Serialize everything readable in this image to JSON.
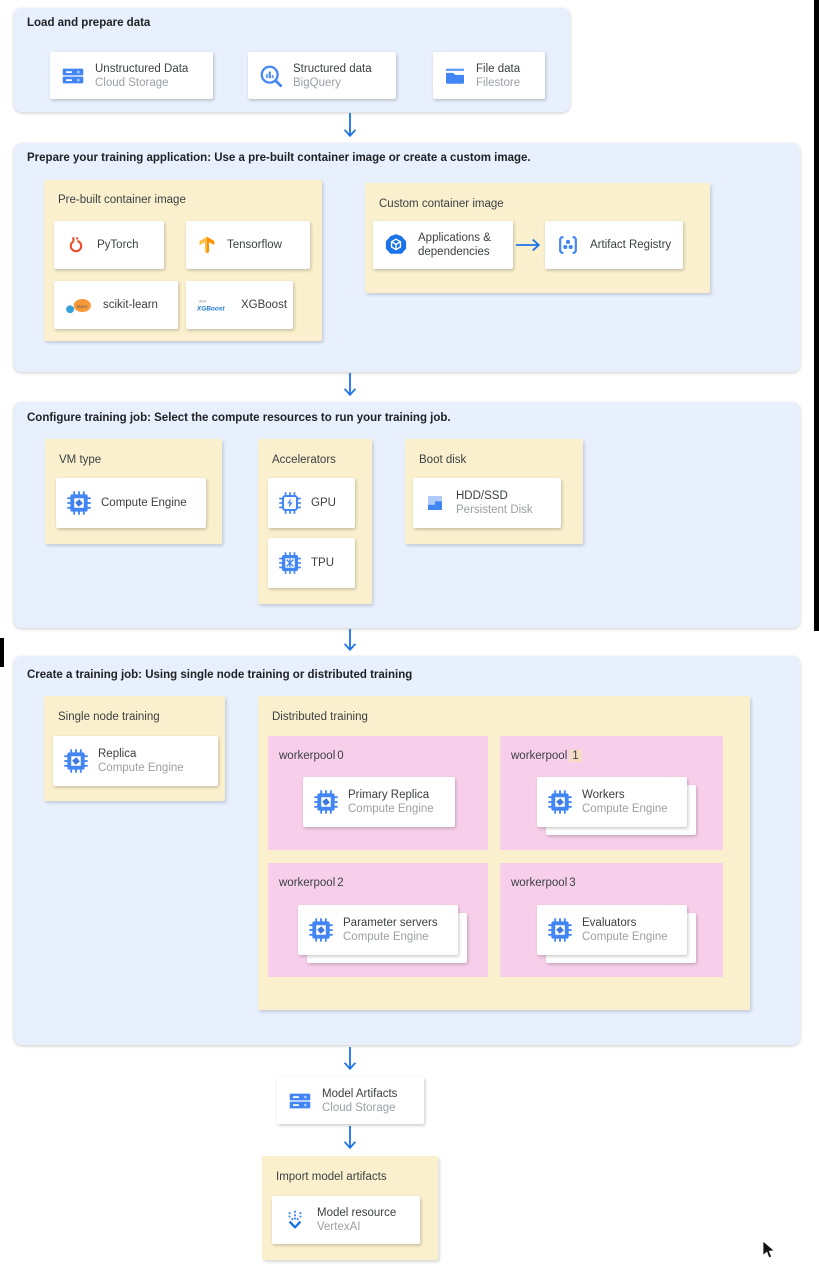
{
  "colors": {
    "section_bg": "#e8f0fe",
    "panel_bg": "#faf0cd",
    "pool_bg": "#f8cfeb",
    "digit_highlight": "#f6dcc3",
    "arrow_blue": "#1a73e8",
    "icon_blue": "#4285f4",
    "title_text": "#202124",
    "body_text": "#3c4043",
    "muted_text": "#9aa0a6"
  },
  "load": {
    "title": "Load and prepare data",
    "cards": [
      {
        "icon": "cloud-storage-icon",
        "title": "Unstructured Data",
        "subtitle": "Cloud Storage"
      },
      {
        "icon": "bigquery-icon",
        "title": "Structured data",
        "subtitle": "BigQuery"
      },
      {
        "icon": "filestore-icon",
        "title": "File data",
        "subtitle": "Filestore"
      }
    ]
  },
  "prepare": {
    "title": "Prepare your training application: Use a pre-built container image or create a custom image.",
    "prebuilt": {
      "label": "Pre-built container image",
      "cards": [
        {
          "icon": "pytorch-icon",
          "title": "PyTorch"
        },
        {
          "icon": "tensorflow-icon",
          "title": "Tensorflow"
        },
        {
          "icon": "scikit-learn-icon",
          "title": "scikit-learn",
          "logo_text": "learn"
        },
        {
          "icon": "xgboost-icon",
          "title": "XGBoost",
          "logo_text_top": "dmlc",
          "logo_text": "XGBoost"
        }
      ]
    },
    "custom": {
      "label": "Custom container image",
      "apps_card": {
        "icon": "applications-icon",
        "title": "Applications & dependencies"
      },
      "artifact_card": {
        "icon": "artifact-registry-icon",
        "title": "Artifact Registry"
      }
    }
  },
  "configure": {
    "title": "Configure training job: Select the compute resources to run your training job.",
    "vm": {
      "label": "VM type",
      "card": {
        "icon": "compute-engine-icon",
        "title": "Compute Engine"
      }
    },
    "accelerators": {
      "label": "Accelerators",
      "cards": [
        {
          "icon": "gpu-icon",
          "title": "GPU"
        },
        {
          "icon": "tpu-icon",
          "title": "TPU"
        }
      ]
    },
    "boot": {
      "label": "Boot disk",
      "card": {
        "icon": "persistent-disk-icon",
        "title": "HDD/SSD",
        "subtitle": "Persistent Disk"
      }
    }
  },
  "create": {
    "title": "Create a training job: Using single node training or distributed training",
    "single": {
      "label": "Single node training",
      "card": {
        "icon": "compute-engine-icon",
        "title": "Replica",
        "subtitle": "Compute Engine"
      }
    },
    "distributed": {
      "label": "Distributed training",
      "pools": [
        {
          "name": "workerpool",
          "num": "0",
          "card": {
            "icon": "compute-engine-icon",
            "title": "Primary Replica",
            "subtitle": "Compute Engine"
          }
        },
        {
          "name": "workerpool",
          "num": "1",
          "card": {
            "icon": "compute-engine-icon",
            "title": "Workers",
            "subtitle": "Compute Engine"
          }
        },
        {
          "name": "workerpool",
          "num": "2",
          "card": {
            "icon": "compute-engine-icon",
            "title": "Parameter servers",
            "subtitle": "Compute Engine"
          }
        },
        {
          "name": "workerpool",
          "num": "3",
          "card": {
            "icon": "compute-engine-icon",
            "title": "Evaluators",
            "subtitle": "Compute Engine"
          }
        }
      ]
    }
  },
  "model_artifacts": {
    "icon": "cloud-storage-icon",
    "title": "Model Artifacts",
    "subtitle": "Cloud Storage"
  },
  "import_block": {
    "label": "Import model artifacts",
    "card": {
      "icon": "vertex-ai-icon",
      "title": "Model resource",
      "subtitle": "VertexAI"
    }
  }
}
